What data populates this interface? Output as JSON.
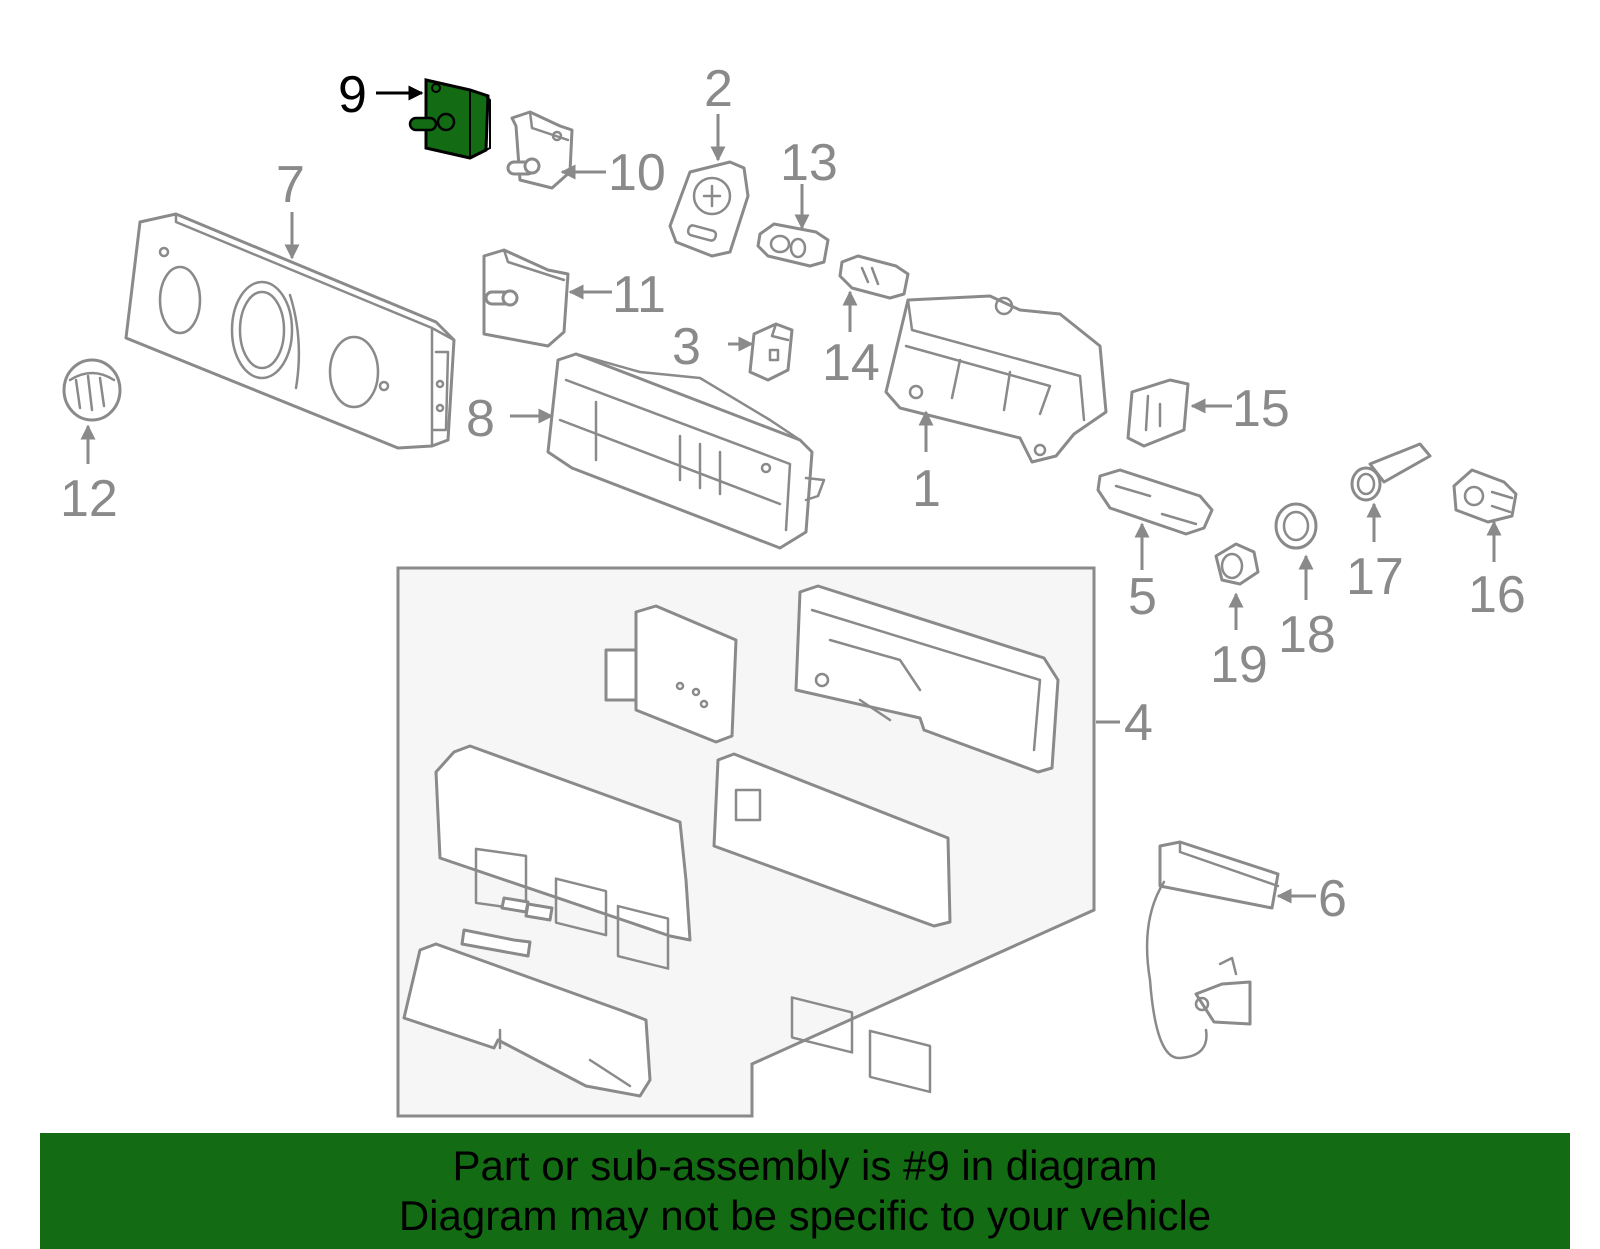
{
  "diagram": {
    "highlight_part": "9",
    "highlight_color": "#136b13",
    "line_color": "#8a8a8a",
    "callouts": {
      "c1": "1",
      "c2": "2",
      "c3": "3",
      "c4": "4",
      "c5": "5",
      "c6": "6",
      "c7": "7",
      "c8": "8",
      "c9": "9",
      "c10": "10",
      "c11": "11",
      "c12": "12",
      "c13": "13",
      "c14": "14",
      "c15": "15",
      "c16": "16",
      "c17": "17",
      "c18": "18",
      "c19": "19"
    }
  },
  "banner": {
    "line1": "Part or sub-assembly is #9 in diagram",
    "line2": "Diagram may not be specific to your vehicle",
    "background": "#136b13"
  }
}
